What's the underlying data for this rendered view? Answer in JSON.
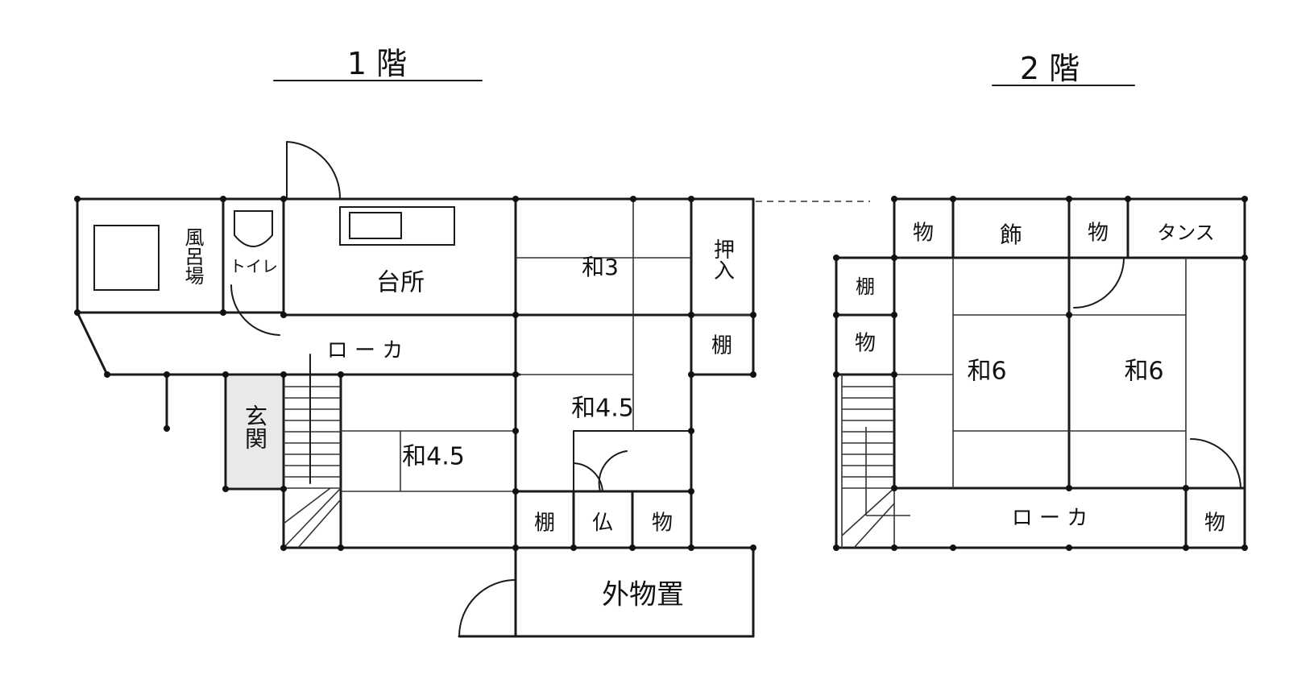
{
  "floor1": {
    "title": "1 階",
    "rooms": {
      "bath": "風呂場",
      "toilet": "トイレ",
      "kitchen": "台所",
      "washitsu3": "和3",
      "oshiire": "押入",
      "tana_top": "棚",
      "corridor": "ロ ー カ",
      "entrance": "玄関",
      "washitsu45_right": "和4.5",
      "washitsu45_left": "和4.5",
      "tana": "棚",
      "butsudan": "仏",
      "mono": "物",
      "outdoor_storage": "外物置"
    }
  },
  "floor2": {
    "title": "2 階",
    "rooms": {
      "mono_left": "物",
      "kazari": "飾",
      "mono_mid": "物",
      "tansu": "タンス",
      "tana": "棚",
      "mono_side": "物",
      "washitsu6_left": "和6",
      "washitsu6_right": "和6",
      "corridor": "ロ ー カ",
      "mono_bottom": "物"
    }
  }
}
